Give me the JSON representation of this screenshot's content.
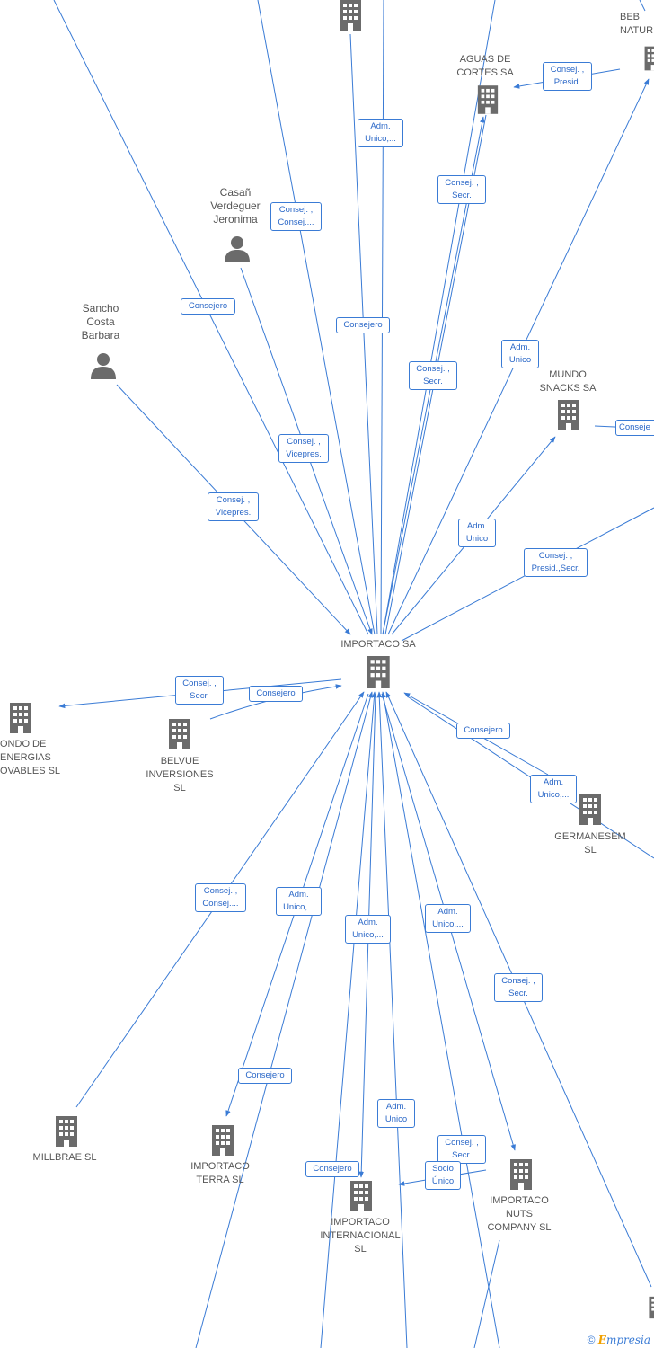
{
  "colors": {
    "edge": "#3a7bd5",
    "icon": "#6b6b6b",
    "label": "#555555"
  },
  "center": {
    "label": "IMPORTACO SA"
  },
  "nodes": [
    {
      "id": "bebidas",
      "label": "BEB\nNATUR",
      "type": "company"
    },
    {
      "id": "aguas",
      "label": "AGUAS DE\nCORTES SA",
      "type": "company"
    },
    {
      "id": "casan",
      "label": "Casañ\nVerdeguer\nJeronima",
      "type": "person"
    },
    {
      "id": "sancho",
      "label": "Sancho\nCosta\nBarbara",
      "type": "person"
    },
    {
      "id": "mundo",
      "label": "MUNDO\nSNACKS SA",
      "type": "company"
    },
    {
      "id": "fondo",
      "label": "ONDO DE\nENERGIAS\nOVABLES SL",
      "type": "company"
    },
    {
      "id": "belvue",
      "label": "BELVUE\nINVERSIONES\nSL",
      "type": "company"
    },
    {
      "id": "germanesem",
      "label": "GERMANESEM\nSL",
      "type": "company"
    },
    {
      "id": "millbrae",
      "label": "MILLBRAE  SL",
      "type": "company"
    },
    {
      "id": "terra",
      "label": "IMPORTACO\nTERRA  SL",
      "type": "company"
    },
    {
      "id": "internacional",
      "label": "IMPORTACO\nINTERNACIONAL\nSL",
      "type": "company"
    },
    {
      "id": "nuts",
      "label": "IMPORTACO\nNUTS\nCOMPANY  SL",
      "type": "company"
    },
    {
      "id": "top",
      "label": "",
      "type": "company"
    },
    {
      "id": "bottomright",
      "label": "",
      "type": "company"
    }
  ],
  "edge_labels": [
    "Adm.\nUnico,...",
    "Consej. ,\nPresid.",
    "Consej. ,\nSecr.",
    "Consej. ,\nConsej....",
    "Consejero",
    "Consejero",
    "Consej. ,\nSecr.",
    "Adm.\nUnico",
    "Consej. ,\nVicepres.",
    "Consej. ,\nVicepres.",
    "Conseje",
    "Adm.\nUnico",
    "Consej. ,\nPresid.,Secr.",
    "Consej. ,\nSecr.",
    "Consejero",
    "Consejero",
    "Adm.\nUnico,...",
    "Consej. ,\nConsej....",
    "Adm.\nUnico,...",
    "Adm.\nUnico,...",
    "Adm.\nUnico,...",
    "Consej. ,\nSecr.",
    "Consejero",
    "Adm.\nUnico",
    "Consej. ,\nSecr.",
    "Consejero",
    "Socio\nÚnico"
  ],
  "footer": {
    "symbol": "©",
    "brand_initial": "E",
    "brand_rest": "mpresia"
  }
}
